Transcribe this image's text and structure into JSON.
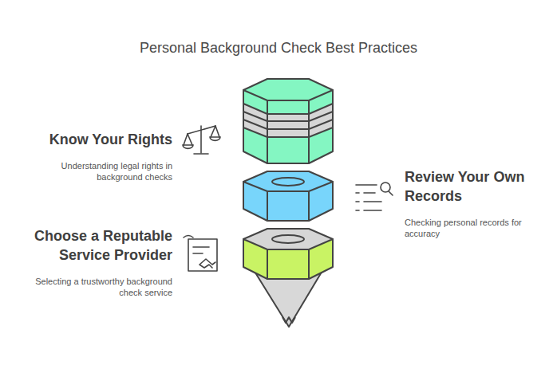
{
  "diagram": {
    "title": "Personal Background Check Best Practices",
    "nodes": [
      {
        "text": [
          "Know Your Rights",
          "Understanding legal rights in background checks"
        ]
      },
      {
        "text": [
          "Review Your Own Records",
          "Checking personal records for accuracy"
        ]
      },
      {
        "text": [
          "Choose a Reputable Service Provider",
          "Selecting a trustworthy background check service"
        ]
      }
    ]
  }
}
